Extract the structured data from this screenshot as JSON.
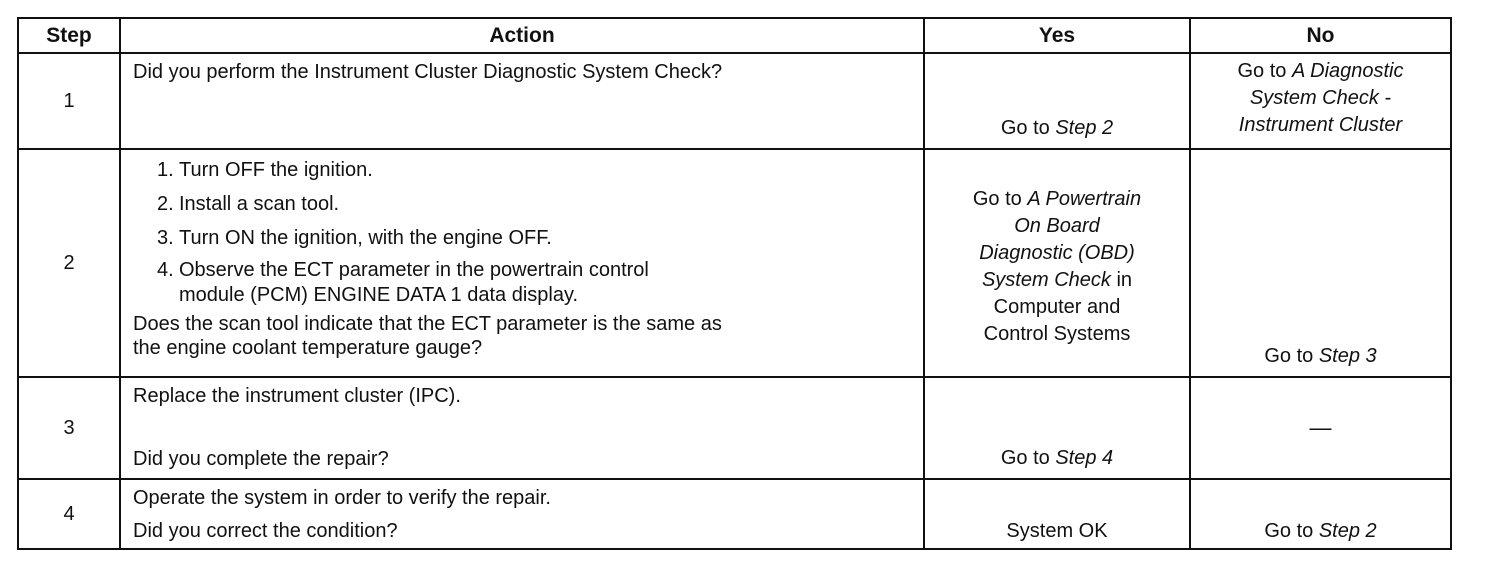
{
  "headers": {
    "step": "Step",
    "action": "Action",
    "yes": "Yes",
    "no": "No"
  },
  "rows": [
    {
      "step": "1",
      "action": "Did you perform the Instrument Cluster Diagnostic System Check?",
      "yes_prefix": "Go to ",
      "yes_link": "Step 2",
      "no_prefix": "Go to ",
      "no_link_1": "A Diagnostic",
      "no_link_2": "System Check -",
      "no_link_3": "Instrument Cluster"
    },
    {
      "step": "2",
      "items": [
        {
          "n": "1.",
          "text": "Turn OFF the ignition."
        },
        {
          "n": "2.",
          "text": "Install a scan tool."
        },
        {
          "n": "3.",
          "text": "Turn ON the ignition, with the engine OFF."
        },
        {
          "n": "4.",
          "text": "Observe the ECT parameter in the powertrain control",
          "text2": "module (PCM) ENGINE DATA 1 data display."
        }
      ],
      "question_1": "Does the scan tool indicate that the ECT parameter is the same as",
      "question_2": "the engine coolant temperature gauge?",
      "yes_prefix": "Go to ",
      "yes_link_1": "A Powertrain",
      "yes_link_2": "On Board",
      "yes_link_3": "Diagnostic (OBD)",
      "yes_link_4": "System Check",
      "yes_suffix_1": " in",
      "yes_suffix_2": "Computer and",
      "yes_suffix_3": "Control Systems",
      "no_prefix": "Go to ",
      "no_link": "Step 3"
    },
    {
      "step": "3",
      "action_1": "Replace the instrument cluster (IPC).",
      "action_2": "Did you complete the repair?",
      "yes_prefix": "Go to ",
      "yes_link": "Step 4",
      "no": "—"
    },
    {
      "step": "4",
      "action_1": "Operate the system in order to verify the repair.",
      "action_2": "Did you correct the condition?",
      "yes": "System OK",
      "no_prefix": "Go to ",
      "no_link": "Step 2"
    }
  ]
}
